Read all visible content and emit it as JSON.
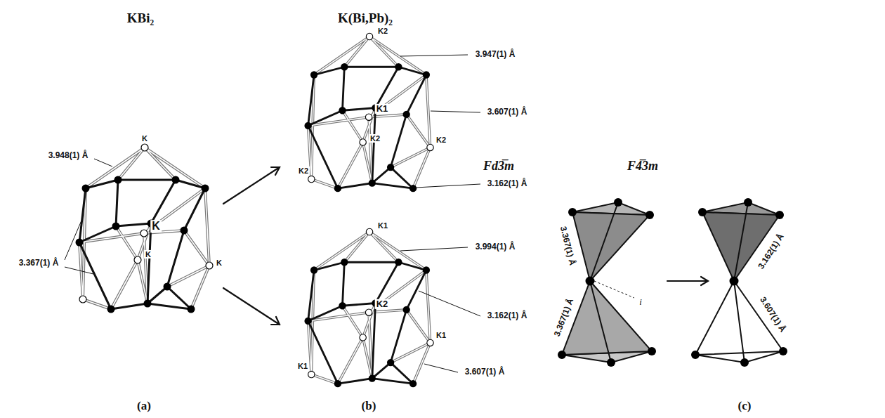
{
  "diagram": {
    "labels": [
      "KBi₂",
      "K(Bi,Pb)₂",
      "Fd3̅m",
      "F4̅3m",
      "3.948(1) Å",
      "3.367(1) Å",
      "K",
      "K",
      "K",
      "K",
      "K2",
      "3.947(1) Å",
      "3.607(1) Å",
      "K1",
      "K2",
      "K2",
      "K2",
      "3.162(1) Å",
      "K1",
      "3.994(1) Å",
      "3.162(1) Å",
      "K2",
      "K1",
      "K1",
      "3.607(1) Å",
      "3.367(1) Å",
      "3.367(1) Å",
      "i",
      "3.162(1) Å",
      "3.607(1) Å",
      "(a)",
      "(b)",
      "(c)"
    ]
  }
}
